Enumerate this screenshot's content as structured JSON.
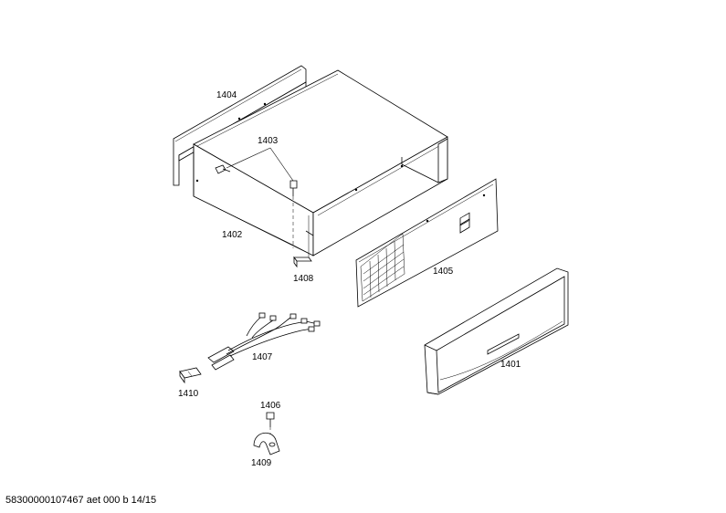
{
  "parts": [
    {
      "id": "1401"
    },
    {
      "id": "1402"
    },
    {
      "id": "1403"
    },
    {
      "id": "1404"
    },
    {
      "id": "1405"
    },
    {
      "id": "1406"
    },
    {
      "id": "1407"
    },
    {
      "id": "1408"
    },
    {
      "id": "1409"
    },
    {
      "id": "1410"
    }
  ],
  "footer": "58300000107467 aet 000 b 14/15"
}
